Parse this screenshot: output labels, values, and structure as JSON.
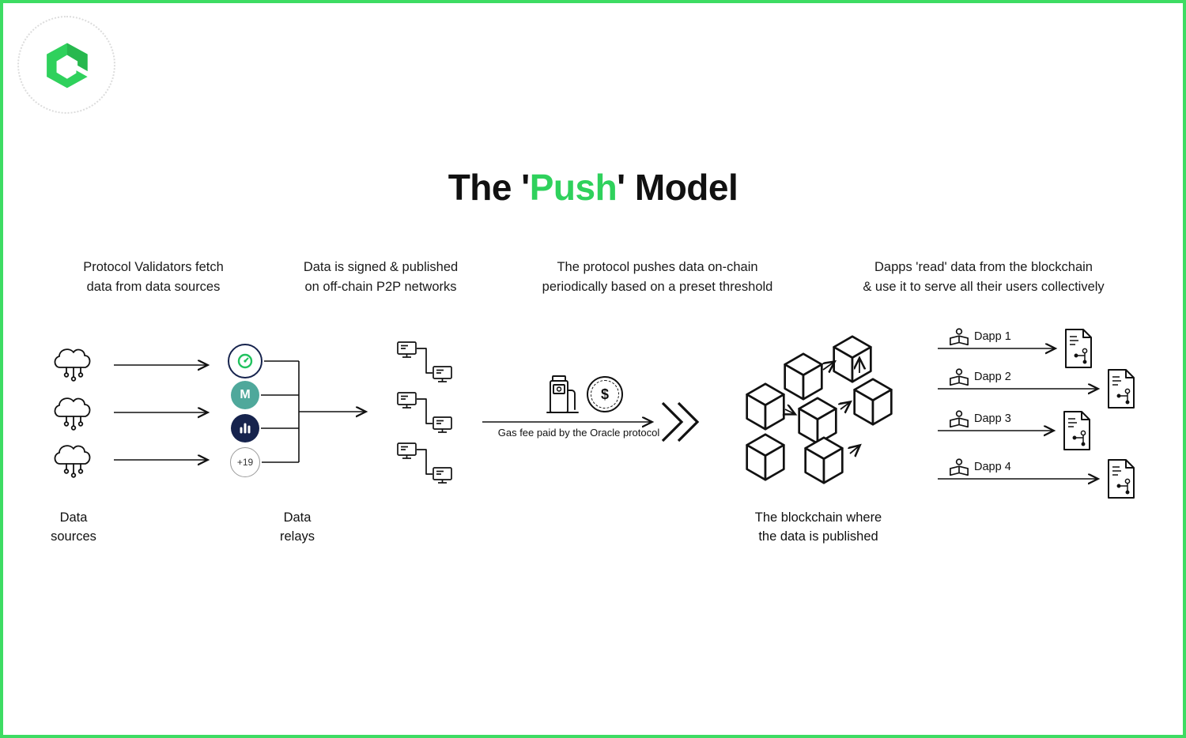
{
  "meta": {
    "accent_color": "#2fd15c",
    "border_color": "#3ddc63",
    "navy_color": "#16234d",
    "teal_color": "#4fa89b",
    "ink_color": "#111111"
  },
  "header": {
    "title_prefix": "The '",
    "title_highlight": "Push",
    "title_suffix": "' Model"
  },
  "columns": [
    {
      "heading": "Protocol Validators fetch\ndata from data sources"
    },
    {
      "heading": "Data is signed & published\non off-chain P2P networks"
    },
    {
      "heading": "The protocol pushes data on-chain\nperiodically based on a preset threshold"
    },
    {
      "heading": "Dapps 'read' data from the blockchain\n& use it to serve all their users collectively"
    }
  ],
  "labels": {
    "data_sources": "Data\nsources",
    "data_relays": "Data\nrelays",
    "gas_fee": "Gas fee paid by the Oracle protocol",
    "blockchain": "The blockchain where\nthe data is published",
    "relay_more": "+19",
    "maker_m": "M",
    "coin_symbol": "$"
  },
  "dapps": [
    {
      "label": "Dapp 1"
    },
    {
      "label": "Dapp 2"
    },
    {
      "label": "Dapp 3"
    },
    {
      "label": "Dapp 4"
    }
  ],
  "icons": {
    "brand": "brand-logo",
    "source": "cloud-data-source-icon",
    "relay1": "relay-logo-clock-icon",
    "relay2": "maker-logo-icon",
    "relay3": "chart-logo-icon",
    "relay_more": "more-relays-badge",
    "p2p": "p2p-network-icon",
    "gas": "gas-pump-icon",
    "coin": "dollar-coin-icon",
    "chevrons": "double-chevron-icon",
    "blockchain": "blockchain-cubes-icon",
    "reader": "dapp-reader-icon",
    "contract": "smart-contract-doc-icon"
  }
}
